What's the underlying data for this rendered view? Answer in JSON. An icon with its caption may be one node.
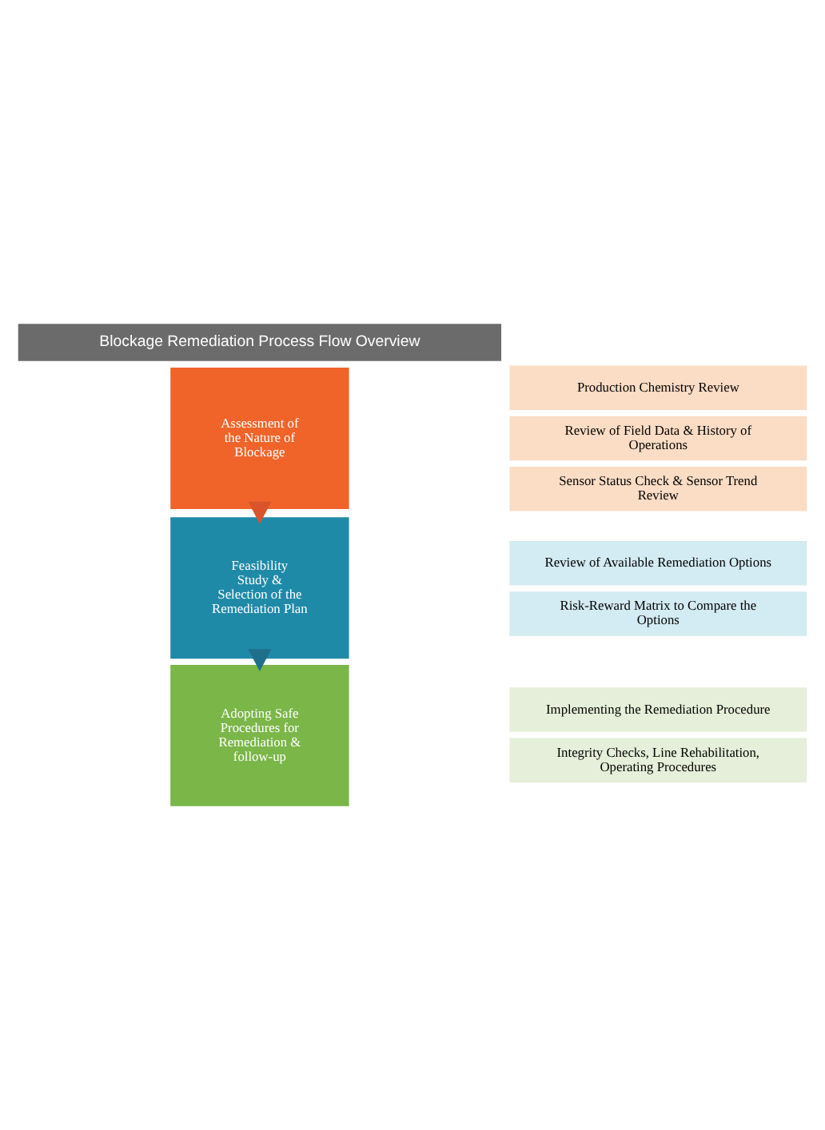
{
  "diagram": {
    "title": "Blockage Remediation Process Flow Overview",
    "nodes": [
      {
        "text": [
          "Assessment of the Nature of Blockage"
        ]
      },
      {
        "text": [
          "Production Chemistry Review"
        ]
      },
      {
        "text": [
          "Review of Field Data & History of Operations"
        ]
      },
      {
        "text": [
          "Sensor Status Check & Sensor Trend Review"
        ]
      },
      {
        "text": [
          "Feasibility Study & Selection of the Remediation Plan"
        ]
      },
      {
        "text": [
          "Review of Available Remediation Options"
        ]
      },
      {
        "text": [
          "Risk-Reward Matrix to Compare the Options"
        ]
      },
      {
        "text": [
          "Adopting Safe Procedures for Remediation & follow-up"
        ]
      },
      {
        "text": [
          "Implementing the Remediation Procedure"
        ]
      },
      {
        "text": [
          "Integrity Checks, Line Rehabilitation, Operating Procedures"
        ]
      }
    ],
    "edges": [
      {
        "from": 0,
        "to": 4,
        "arrow": "to",
        "style": "thick",
        "color": "#d9542a"
      },
      {
        "from": 4,
        "to": 7,
        "arrow": "to",
        "style": "thick",
        "color": "#1e6f8a"
      }
    ]
  }
}
